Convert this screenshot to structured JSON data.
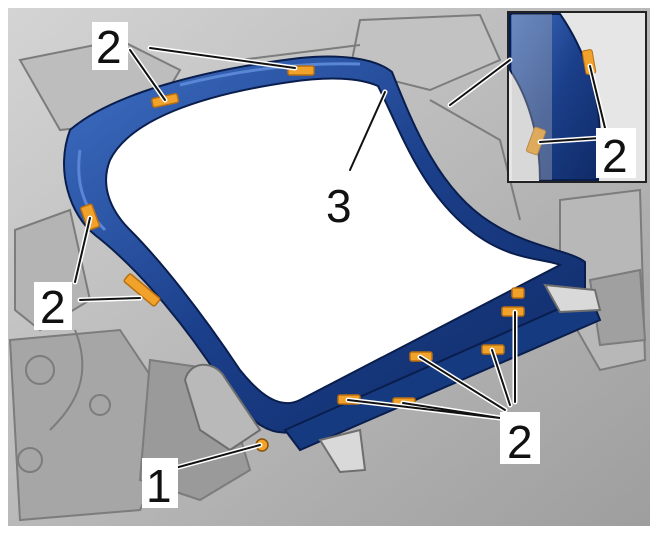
{
  "callouts": [
    {
      "id": "c1",
      "label": "1"
    },
    {
      "id": "c2a",
      "label": "2"
    },
    {
      "id": "c2b",
      "label": "2"
    },
    {
      "id": "c2c",
      "label": "2"
    },
    {
      "id": "c2d",
      "label": "2"
    },
    {
      "id": "c3",
      "label": "3"
    }
  ],
  "colors": {
    "background": "#c8c8c8",
    "frame": "#1b3f8a",
    "frame_dark": "#0f2a66",
    "frame_light": "#3f6fc4",
    "clip": "#f0a22a",
    "clip_dark": "#b86e10",
    "seat_panel": "#ffffff",
    "inset_border": "#222222"
  }
}
